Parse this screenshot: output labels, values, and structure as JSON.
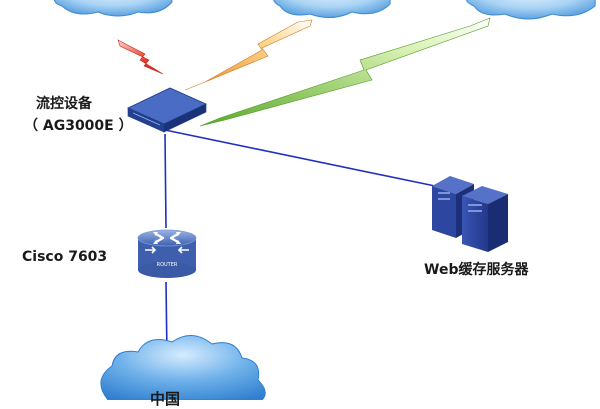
{
  "labels": {
    "flow_device_name": "流控设备",
    "flow_device_model": "（ AG3000E ）",
    "router_name": "Cisco 7603",
    "router_badge": "ROUTER",
    "server_name": "Web缓存服务器",
    "bottom_cloud_text": "中国"
  },
  "colors": {
    "cloud": "#4a9be0",
    "cloud_light": "#cfe6fb",
    "link": "#1f2fbf",
    "device": "#2d4fa3",
    "router": "#5d7fc4",
    "server": "#27419a",
    "bolt_red": "#e63b2e",
    "bolt_orange": "#f2a33a",
    "bolt_green": "#7ec43e"
  },
  "icons": {
    "flow_device": "network-switch-icon",
    "router": "router-icon",
    "server": "server-icon",
    "bolt": "wireless-link-icon",
    "cloud": "cloud-icon"
  }
}
